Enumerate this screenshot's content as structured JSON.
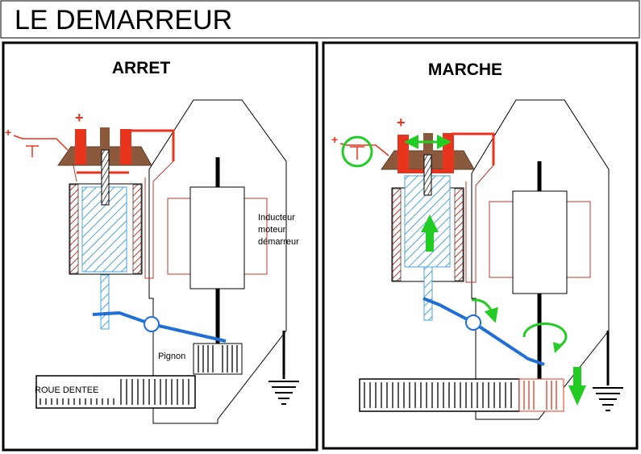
{
  "title": "LE DEMARREUR",
  "left_panel": {
    "heading": "ARRET",
    "plus_top": "+",
    "plus_left": "+",
    "label_inducteur": [
      "Inducteur",
      "moteur",
      "démarreur"
    ],
    "label_pignon": "Pignon",
    "label_roue": "ROUE DENTEE"
  },
  "right_panel": {
    "heading": "MARCHE",
    "plus_top": "+",
    "plus_left": "+"
  },
  "colors": {
    "terminal_red": "#e8341c",
    "cap_brown": "#8b5a3c",
    "linkage_blue": "#1f6fd6",
    "hatch_blue": "#4aa3df",
    "coil_red": "#c0392b",
    "motion_green": "#22cc22",
    "outline": "#000000"
  }
}
